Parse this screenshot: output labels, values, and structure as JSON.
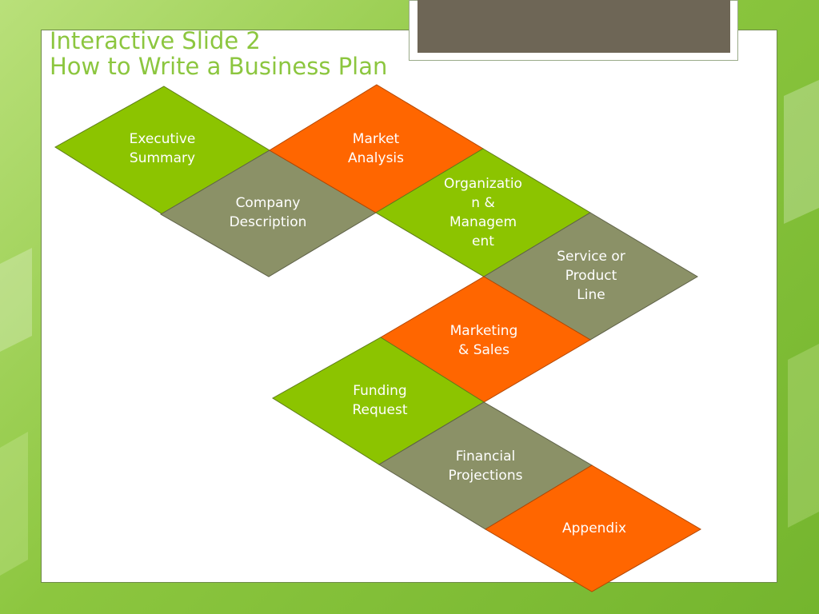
{
  "slide": {
    "title_line1": "Interactive Slide 2",
    "title_line2": "How to Write a Business Plan"
  },
  "colors": {
    "green": "#8cc400",
    "orange": "#ff6600",
    "olive": "#8b9167",
    "title": "#8cc63f"
  },
  "tiles": [
    {
      "id": "executive-summary",
      "label": "Executive\nSummary",
      "color": "green"
    },
    {
      "id": "market-analysis",
      "label": "Market\nAnalysis",
      "color": "orange"
    },
    {
      "id": "company-description",
      "label": "Company\nDescription",
      "color": "olive"
    },
    {
      "id": "organization-management",
      "label": "Organizatio\nn &\nManagem\nent",
      "color": "green"
    },
    {
      "id": "service-product-line",
      "label": "Service or\nProduct\nLine",
      "color": "olive"
    },
    {
      "id": "marketing-sales",
      "label": "Marketing\n& Sales",
      "color": "orange"
    },
    {
      "id": "funding-request",
      "label": "Funding\nRequest",
      "color": "green"
    },
    {
      "id": "financial-projections",
      "label": "Financial\nProjections",
      "color": "olive"
    },
    {
      "id": "appendix",
      "label": "Appendix",
      "color": "orange"
    }
  ]
}
